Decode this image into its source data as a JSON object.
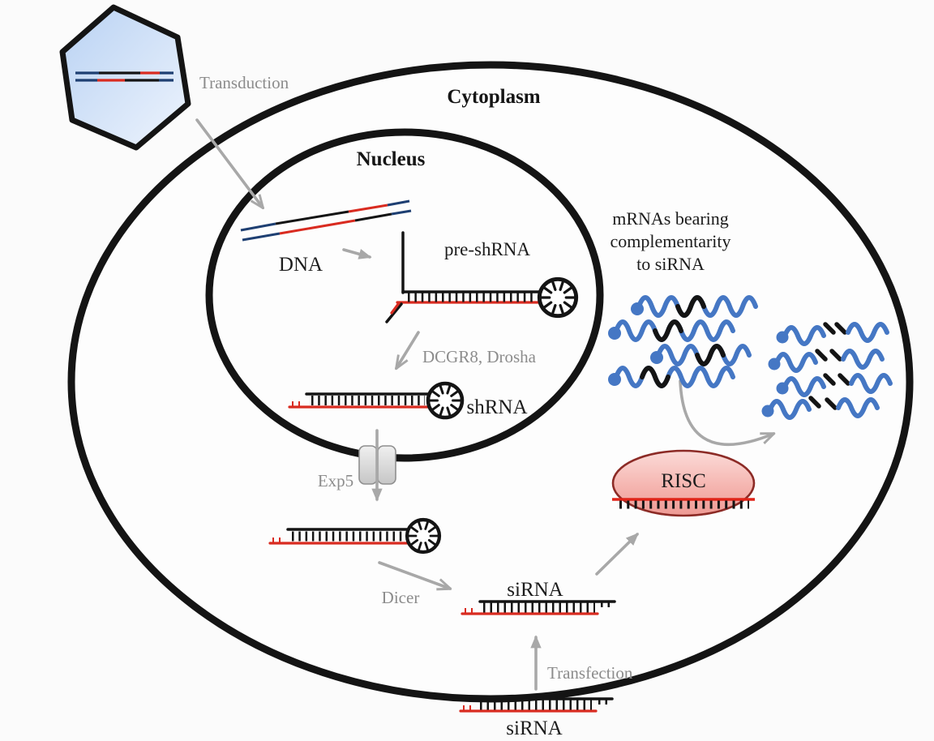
{
  "diagram": {
    "labels": {
      "cytoplasm": "Cytoplasm",
      "nucleus": "Nucleus",
      "transduction": "Transduction",
      "dna": "DNA",
      "pre_shrna": "pre-shRNA",
      "drosha": "DCGR8, Drosha",
      "shrna": "shRNA",
      "exp5": "Exp5",
      "dicer": "Dicer",
      "sirna": "siRNA",
      "risc": "RISC",
      "transfection": "Transfection",
      "sirna_external": "siRNA",
      "mrna_caption_line1": "mRNAs bearing",
      "mrna_caption_line2": "complementarity",
      "mrna_caption_line3": "to siRNA"
    },
    "colors": {
      "membrane_black": "#141414",
      "rna_red": "#d92b20",
      "dna_blue": "#1e3f72",
      "mrna_blue": "#4577c4",
      "arrow_gray": "#a8a8a8",
      "process_label_gray": "#8c8c8c",
      "risc_fill_light": "#f9d2cf",
      "risc_fill_dark": "#ee9a94",
      "risc_border": "#8c2b26",
      "virus_fill": "#c5d9f4",
      "exporter_gray": "#d6d6d6"
    }
  }
}
